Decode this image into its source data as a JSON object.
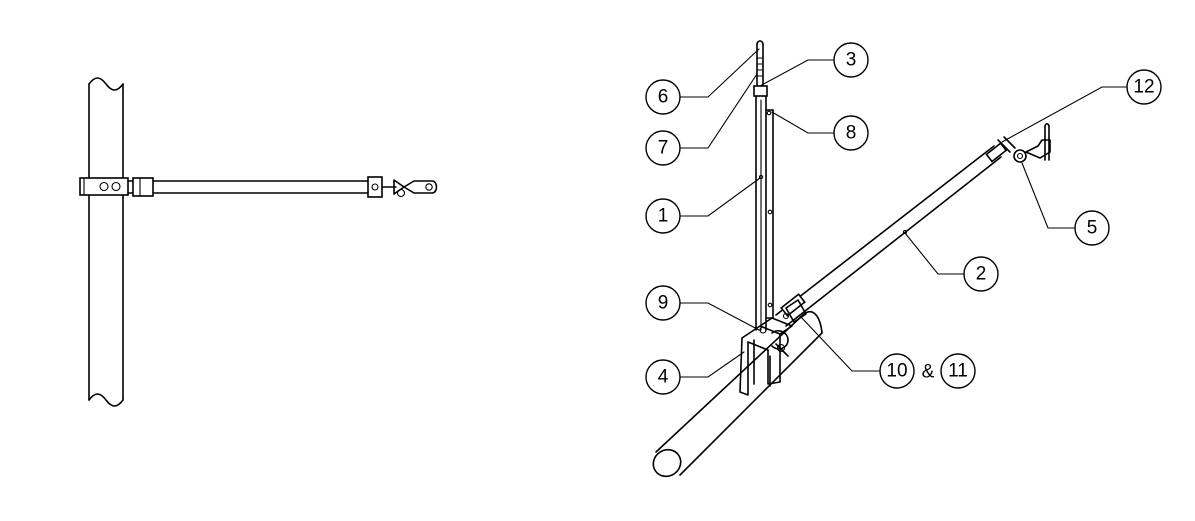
{
  "callouts": [
    {
      "id": "c1",
      "label": "1"
    },
    {
      "id": "c2",
      "label": "2"
    },
    {
      "id": "c3",
      "label": "3"
    },
    {
      "id": "c4",
      "label": "4"
    },
    {
      "id": "c5",
      "label": "5"
    },
    {
      "id": "c6",
      "label": "6"
    },
    {
      "id": "c7",
      "label": "7"
    },
    {
      "id": "c8",
      "label": "8"
    },
    {
      "id": "c9",
      "label": "9"
    },
    {
      "id": "c10",
      "label": "10"
    },
    {
      "id": "c11",
      "label": "11"
    },
    {
      "id": "c12",
      "label": "12"
    }
  ],
  "joiner": "&"
}
